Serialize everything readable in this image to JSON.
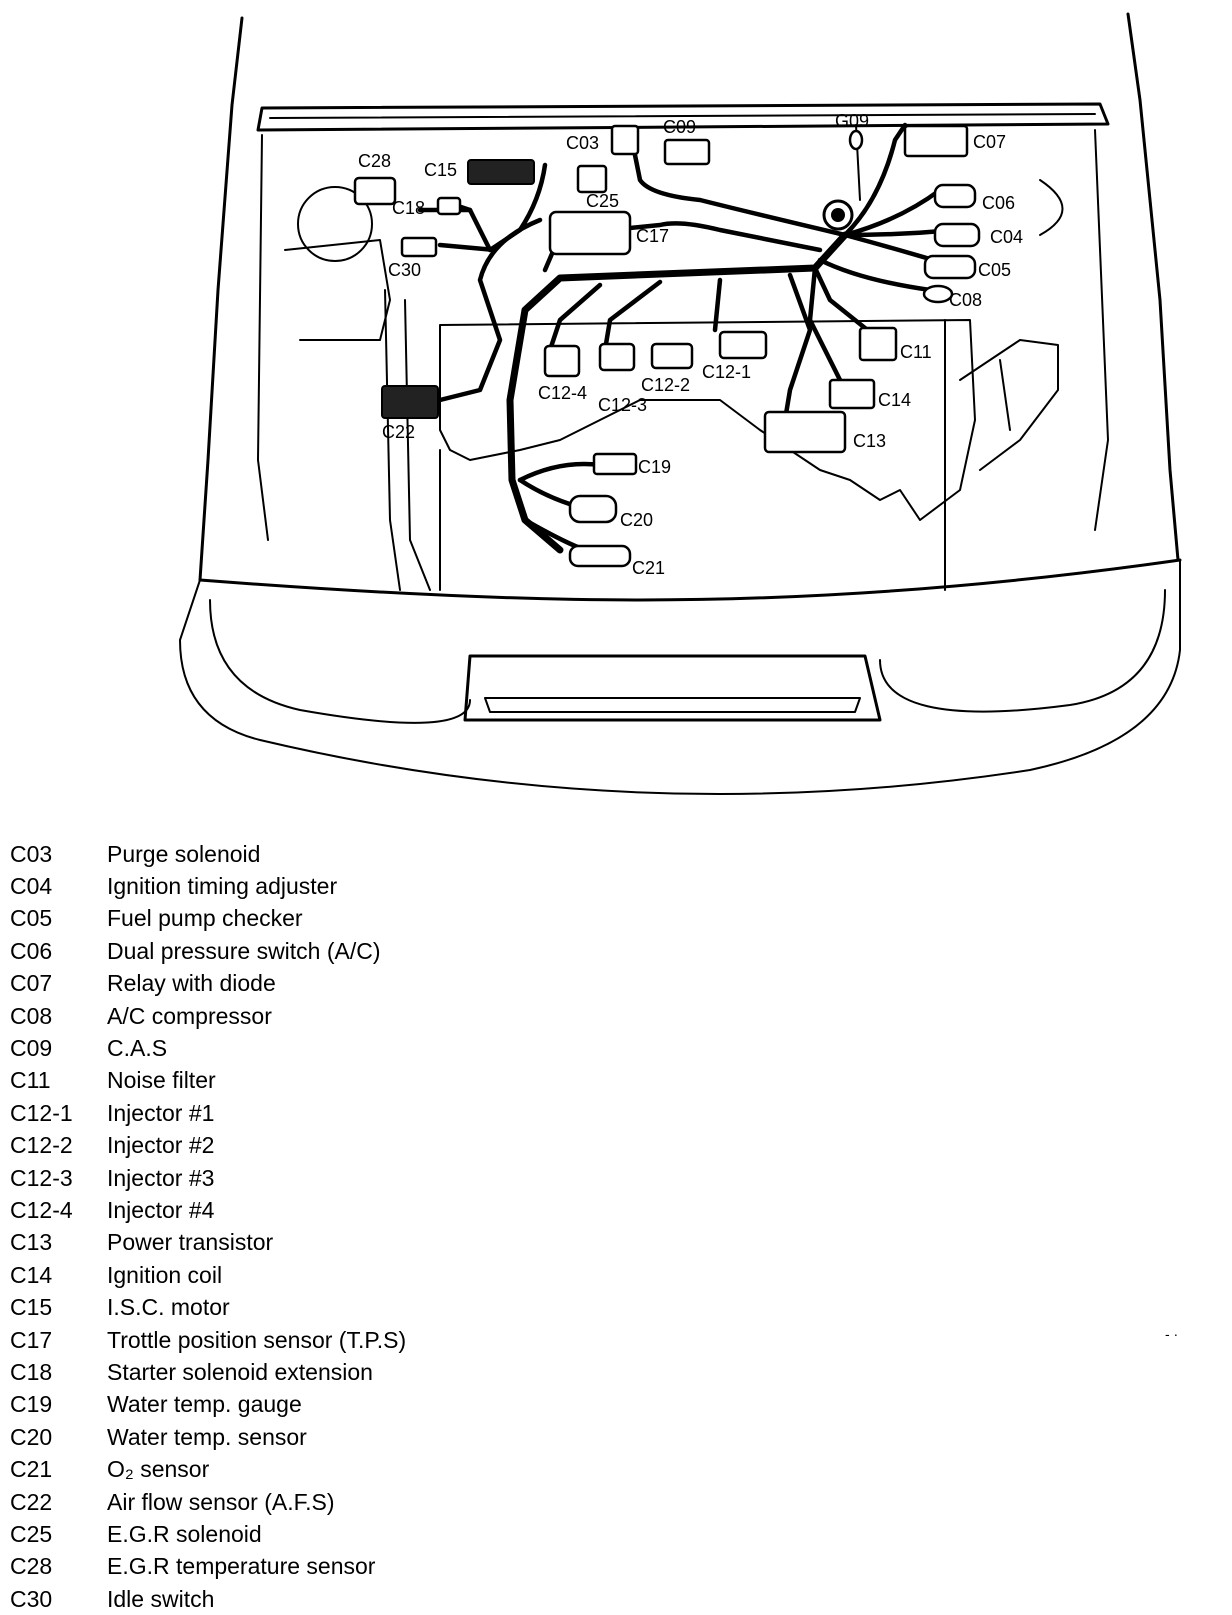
{
  "callouts": {
    "C03": "C03",
    "C09": "C09",
    "G09": "G09",
    "C07": "C07",
    "C28": "C28",
    "C15": "C15",
    "C18": "C18",
    "C25": "C25",
    "C17": "C17",
    "C06": "C06",
    "C04": "C04",
    "C30": "C30",
    "C05": "C05",
    "C08": "C08",
    "C11": "C11",
    "C12_4": "C12-4",
    "C12_3": "C12-3",
    "C12_2": "C12-2",
    "C12_1": "C12-1",
    "C14": "C14",
    "C22": "C22",
    "C13": "C13",
    "C19": "C19",
    "C20": "C20",
    "C21": "C21"
  },
  "legend": [
    {
      "code": "C03",
      "desc": "Purge solenoid"
    },
    {
      "code": "C04",
      "desc": "Ignition timing adjuster"
    },
    {
      "code": "C05",
      "desc": "Fuel pump checker"
    },
    {
      "code": "C06",
      "desc": "Dual pressure switch (A/C)"
    },
    {
      "code": "C07",
      "desc": "Relay with diode"
    },
    {
      "code": "C08",
      "desc": "A/C compressor"
    },
    {
      "code": "C09",
      "desc": "C.A.S"
    },
    {
      "code": "C11",
      "desc": "Noise filter"
    },
    {
      "code": "C12-1",
      "desc": "Injector #1"
    },
    {
      "code": "C12-2",
      "desc": "Injector #2"
    },
    {
      "code": "C12-3",
      "desc": "Injector #3"
    },
    {
      "code": "C12-4",
      "desc": "Injector #4"
    },
    {
      "code": "C13",
      "desc": "Power transistor"
    },
    {
      "code": "C14",
      "desc": "Ignition coil"
    },
    {
      "code": "C15",
      "desc": "I.S.C. motor"
    },
    {
      "code": "C17",
      "desc": "Trottle position sensor (T.P.S)"
    },
    {
      "code": "C18",
      "desc": "Starter solenoid extension"
    },
    {
      "code": "C19",
      "desc": "Water temp. gauge"
    },
    {
      "code": "C20",
      "desc": "Water temp. sensor"
    },
    {
      "code": "C21",
      "desc": "O₂ sensor"
    },
    {
      "code": "C22",
      "desc": "Air flow sensor (A.F.S)"
    },
    {
      "code": "C25",
      "desc": "E.G.R solenoid"
    },
    {
      "code": "C28",
      "desc": "E.G.R temperature sensor"
    },
    {
      "code": "C30",
      "desc": "Idle switch"
    }
  ],
  "stray_mark": "-  ·"
}
